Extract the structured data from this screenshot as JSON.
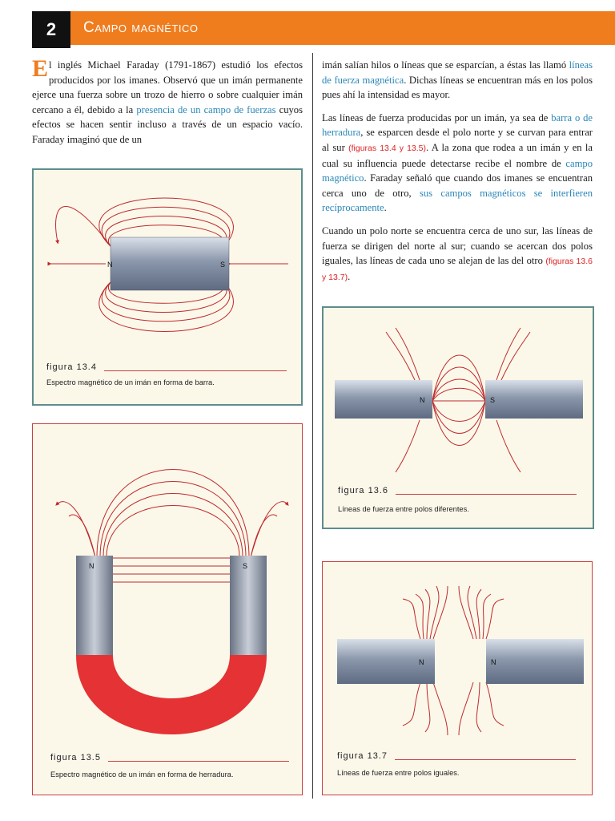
{
  "header": {
    "chapter_number": "2",
    "title": "Campo magnético",
    "accent_color": "#ef7d1e"
  },
  "left_text": {
    "drop_cap": "E",
    "p1_a": "l inglés Michael Faraday (1791-1867) estudió los efectos producidos por los imanes. Observó que un imán permanente ejerce una fuerza sobre un trozo de hierro o sobre cualquier imán cercano a él, debido a la ",
    "p1_link": "presencia de un campo de fuerzas",
    "p1_b": " cuyos efectos se hacen sentir incluso a través de un espacio vacío. Faraday imaginó que de un"
  },
  "right_text": {
    "p1_a": "imán salían hilos o líneas que se esparcían, a éstas las llamó ",
    "p1_link": "líneas de fuerza magnética",
    "p1_b": ". Dichas líneas se encuentran más en los polos pues ahí la intensidad es mayor.",
    "p2_a": "Las líneas de fuerza producidas por un imán, ya sea de ",
    "p2_link1": "barra o de herradura",
    "p2_b": ", se esparcen desde el polo norte y se curvan para entrar al sur ",
    "p2_ref": "(figuras 13.4 y 13.5)",
    "p2_c": ". A la zona que rodea a un imán y en la cual su influencia puede detectarse recibe el nombre de ",
    "p2_link2": "campo magnético",
    "p2_d": ". Faraday señaló que cuando dos imanes se encuentran cerca uno de otro, ",
    "p2_link3": "sus campos magnéticos se interfieren recíprocamente",
    "p2_e": ".",
    "p3_a": "Cuando un polo norte se encuentra cerca de uno sur, las líneas de fuerza se dirigen del norte al sur; cuando se acercan dos polos iguales, las líneas de cada uno se alejan de las del otro ",
    "p3_ref": "(figuras 13.6 y 13.7)",
    "p3_b": "."
  },
  "figures": {
    "f134": {
      "label": "figura 13.4",
      "caption": "Espectro magnético de un imán en forma de barra.",
      "pole_left": "N",
      "pole_right": "S"
    },
    "f135": {
      "label": "figura 13.5",
      "caption": "Espectro magnético de un imán en forma de herradura.",
      "pole_left": "N",
      "pole_right": "S"
    },
    "f136": {
      "label": "figura 13.6",
      "caption": "Líneas de fuerza entre polos diferentes.",
      "pole_left": "N",
      "pole_right": "S"
    },
    "f137": {
      "label": "figura 13.7",
      "caption": "Líneas de fuerza entre polos iguales.",
      "pole_left": "N",
      "pole_right": "N"
    }
  }
}
